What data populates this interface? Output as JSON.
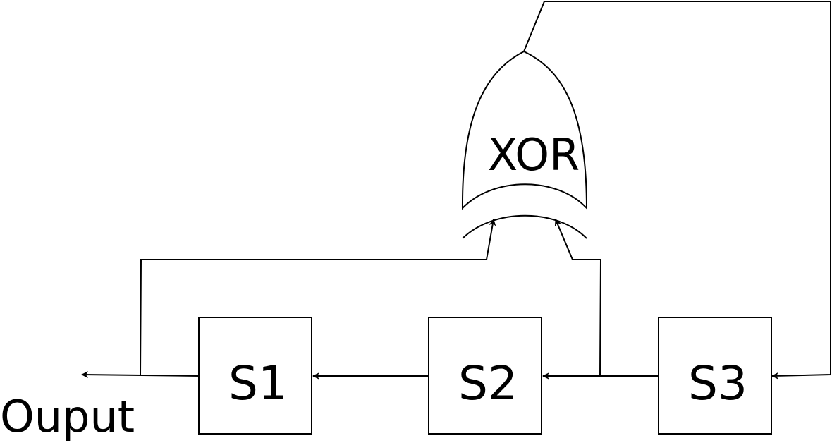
{
  "gate": {
    "label": "XOR"
  },
  "registers": [
    {
      "id": "s1",
      "label": "S1"
    },
    {
      "id": "s2",
      "label": "S2"
    },
    {
      "id": "s3",
      "label": "S3"
    }
  ],
  "output": {
    "label": "Ouput"
  },
  "colors": {
    "stroke": "#000000",
    "background": "#ffffff"
  }
}
